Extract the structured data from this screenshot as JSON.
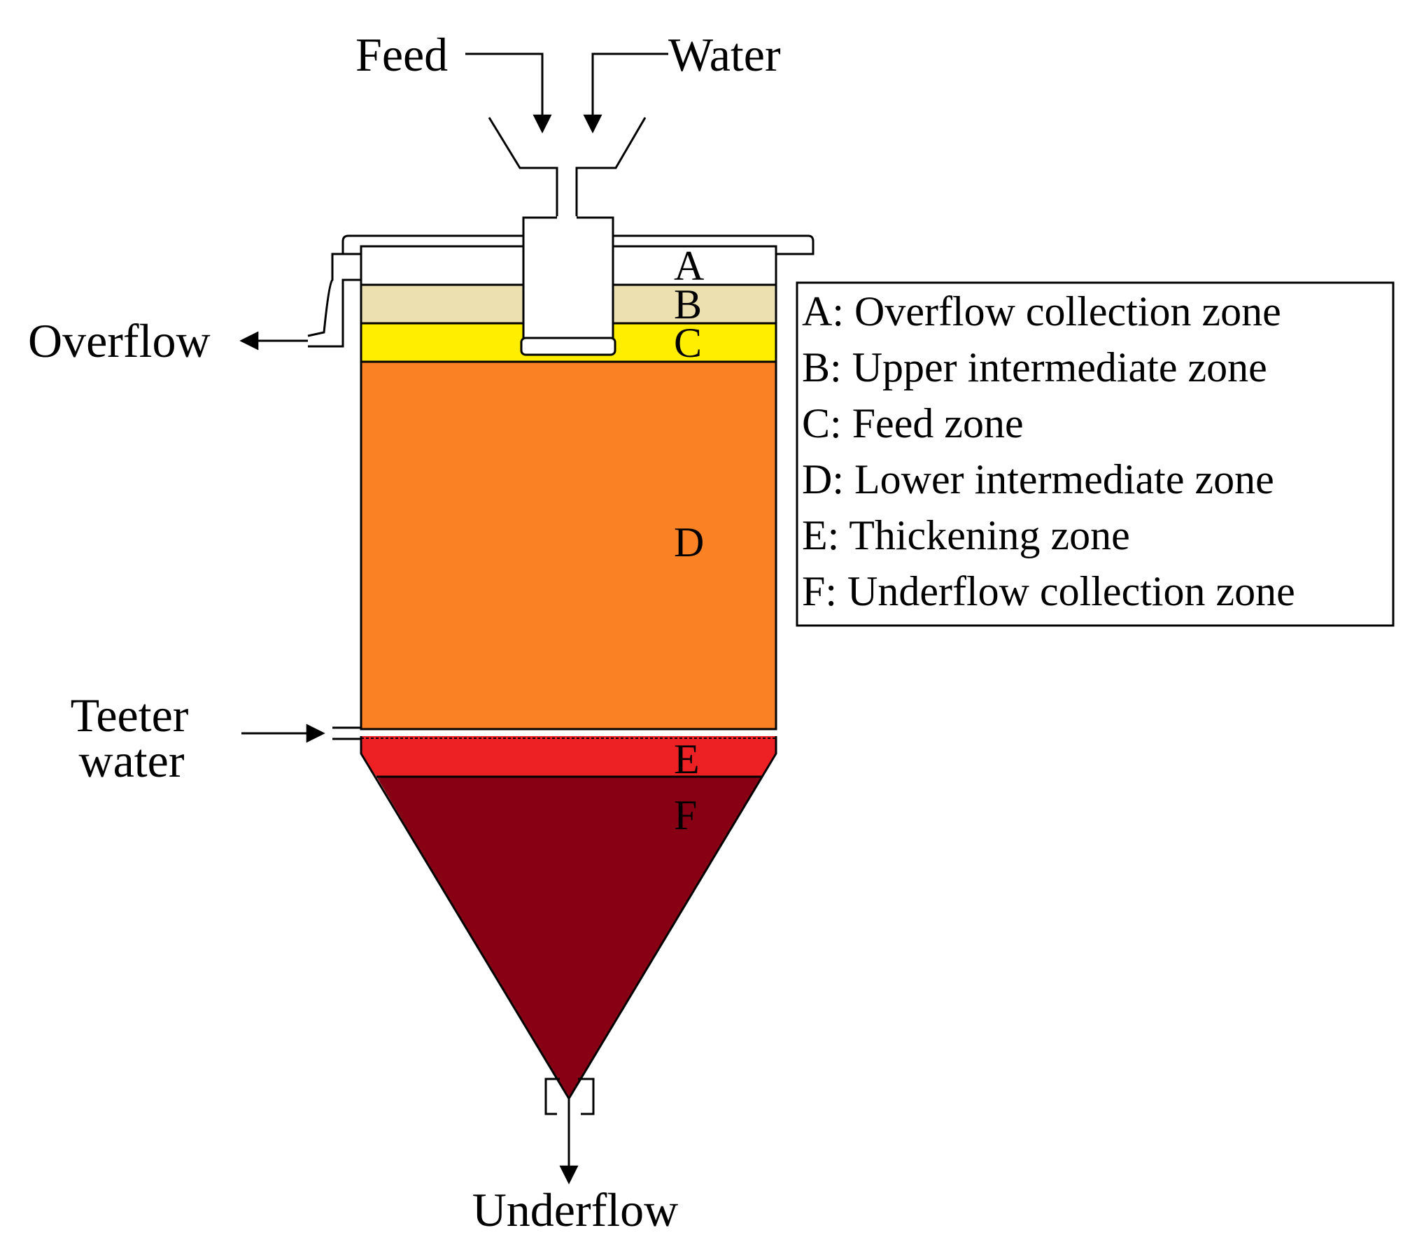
{
  "labels": {
    "feed": "Feed",
    "water": "Water",
    "overflow": "Overflow",
    "teeter_line1": "Teeter",
    "teeter_line2": "water",
    "underflow": "Underflow"
  },
  "zones": [
    {
      "letter": "A",
      "color": "#ffffff"
    },
    {
      "letter": "B",
      "color": "#ece0b0"
    },
    {
      "letter": "C",
      "color": "#ffee00"
    },
    {
      "letter": "D",
      "color": "#fb8224"
    },
    {
      "letter": "E",
      "color": "#ed2024"
    },
    {
      "letter": "F",
      "color": "#870014"
    }
  ],
  "legend": [
    "A: Overflow collection zone",
    "B: Upper intermediate zone",
    "C: Feed zone",
    "D: Lower intermediate zone",
    "E: Thickening zone",
    "F: Underflow collection zone"
  ]
}
